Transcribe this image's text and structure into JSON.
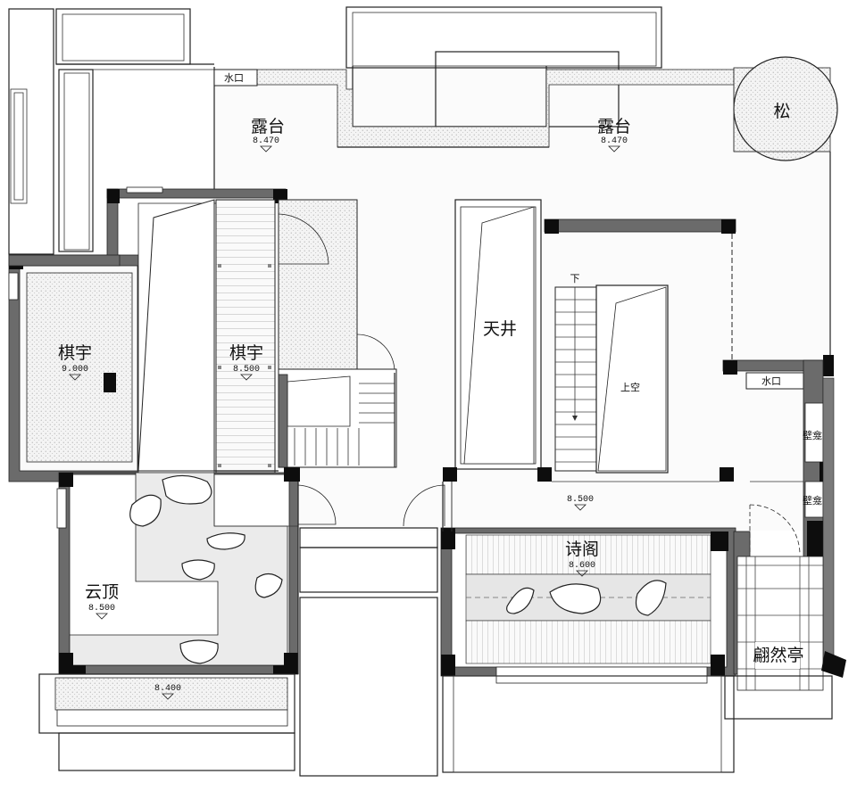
{
  "rooms": {
    "terrace_left": {
      "name": "露台",
      "level": "8.470"
    },
    "terrace_right": {
      "name": "露台",
      "level": "8.470"
    },
    "pine": {
      "name": "松"
    },
    "drain_top": {
      "name": "水口"
    },
    "drain_right": {
      "name": "水口"
    },
    "chess_left": {
      "name": "棋宇",
      "level": "9.000"
    },
    "chess_mid": {
      "name": "棋宇",
      "level": "8.500"
    },
    "courtyard": {
      "name": "天井"
    },
    "void": {
      "name": "上空"
    },
    "down": {
      "name": "下"
    },
    "niche_1": {
      "name": "壁龛"
    },
    "niche_2": {
      "name": "壁龛"
    },
    "hall": {
      "level": "8.500"
    },
    "poem_pavilion": {
      "name": "诗阁",
      "level": "8.600"
    },
    "cloud_top": {
      "name": "云顶",
      "level": "8.500"
    },
    "balcony_bottom": {
      "level": "8.400"
    },
    "pavilion_right": {
      "name": "翩然亭"
    }
  },
  "colors": {
    "wall": "#6b6b6b",
    "column": "#0d0d0d",
    "line": "#222222",
    "paving": "#e9e9e9"
  }
}
